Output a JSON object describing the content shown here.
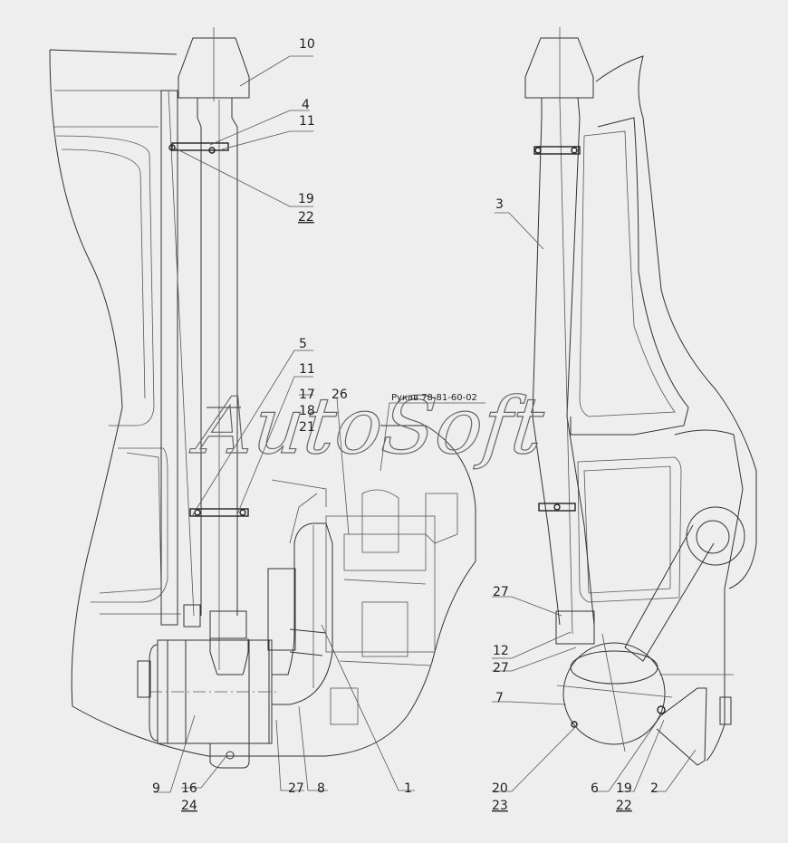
{
  "watermark": "AutoSoft",
  "hose_label": "Рукав 78-81-60-02",
  "callouts": {
    "c10": "10",
    "c4": "4",
    "c11a": "11",
    "c19a": "19",
    "c22a": "22",
    "c3": "3",
    "c5": "5",
    "c11b": "11",
    "c17": "17",
    "c18": "18",
    "c21": "21",
    "c26": "26",
    "c27a": "27",
    "c12": "12",
    "c27b": "27",
    "c7": "7",
    "c9": "9",
    "c16": "16",
    "c24": "24",
    "c27c": "27",
    "c8": "8",
    "c1": "1",
    "c20": "20",
    "c23": "23",
    "c6": "6",
    "c19b": "19",
    "c22b": "22",
    "c2": "2"
  }
}
